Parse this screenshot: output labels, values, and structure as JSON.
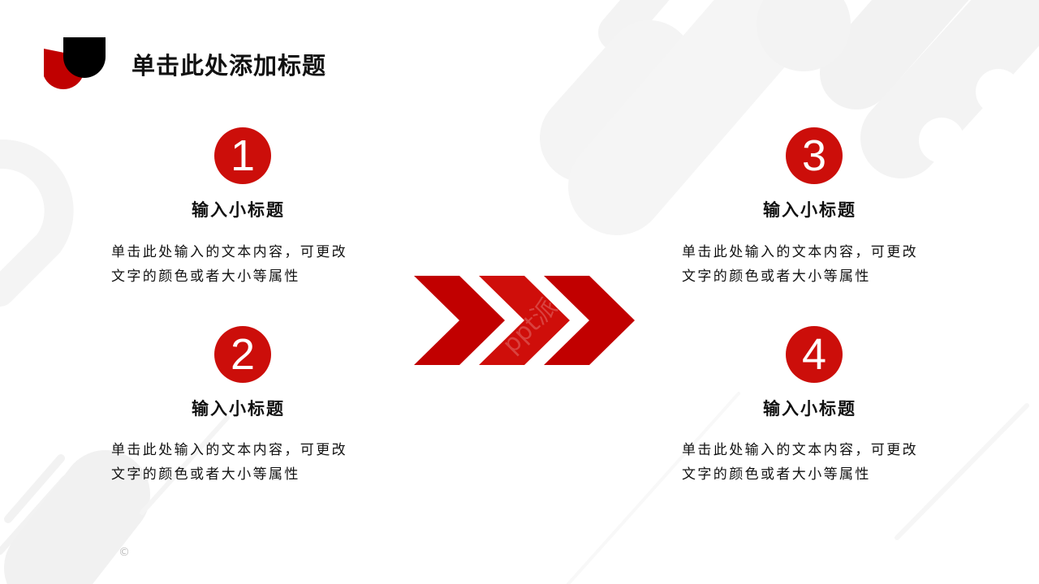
{
  "slide": {
    "title": "单击此处添加标题",
    "colors": {
      "accent": "#cc0e0a",
      "accent_dark": "#c00000",
      "logo_black": "#000000",
      "text": "#111111",
      "bg_shape": "#f3f3f3"
    },
    "items": [
      {
        "number": "1",
        "subtitle": "输入小标题",
        "desc_line1": "单击此处输入的文本内容，可更改",
        "desc_line2": "文字的颜色或者大小等属性"
      },
      {
        "number": "2",
        "subtitle": "输入小标题",
        "desc_line1": "单击此处输入的文本内容，可更改",
        "desc_line2": "文字的颜色或者大小等属性"
      },
      {
        "number": "3",
        "subtitle": "输入小标题",
        "desc_line1": "单击此处输入的文本内容，可更改",
        "desc_line2": "文字的颜色或者大小等属性"
      },
      {
        "number": "4",
        "subtitle": "输入小标题",
        "desc_line1": "单击此处输入的文本内容，可更改",
        "desc_line2": "文字的颜色或者大小等属性"
      }
    ],
    "center_graphic": "triple-chevron-arrows",
    "watermark": "ppt派",
    "copyright_symbol": "©"
  }
}
